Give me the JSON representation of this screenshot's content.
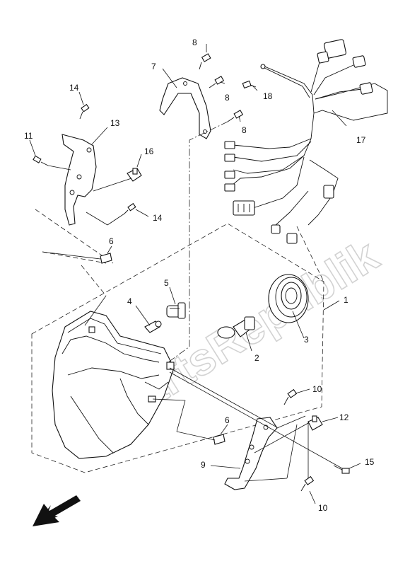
{
  "watermark": "PartsRepublik",
  "callouts": {
    "c1": "1",
    "c2": "2",
    "c3": "3",
    "c4": "4",
    "c5": "5",
    "c6a": "6",
    "c6b": "6",
    "c7": "7",
    "c8a": "8",
    "c8b": "8",
    "c8c": "8",
    "c9": "9",
    "c10a": "10",
    "c10b": "10",
    "c11": "11",
    "c12": "12",
    "c13": "13",
    "c14a": "14",
    "c14b": "14",
    "c15": "15",
    "c16": "16",
    "c17": "17",
    "c18": "18"
  },
  "icons": {
    "direction": "front-direction-arrow-icon"
  },
  "colors": {
    "line": "#111111",
    "watermark": "#c8c8c8",
    "background": "#ffffff"
  }
}
